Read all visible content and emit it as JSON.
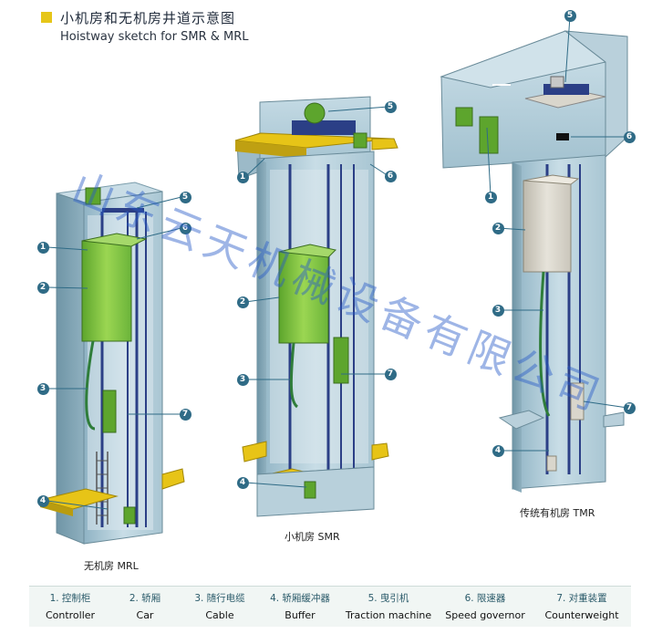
{
  "header": {
    "title_cn": "小机房和无机房井道示意图",
    "title_en": "Hoistway sketch for SMR & MRL"
  },
  "captions": {
    "mrl": "无机房 MRL",
    "smr": "小机房 SMR",
    "tmr": "传统有机房 TMR"
  },
  "watermark": "山东云天机械设备有限公司",
  "callout_numbers": [
    "1",
    "2",
    "3",
    "4",
    "5",
    "6",
    "7"
  ],
  "legend": [
    {
      "cn": "1. 控制柜",
      "en": "Controller"
    },
    {
      "cn": "2. 轿厢",
      "en": "Car"
    },
    {
      "cn": "3. 随行电缆",
      "en": "Cable"
    },
    {
      "cn": "4. 轿厢缓冲器",
      "en": "Buffer"
    },
    {
      "cn": "5. 曳引机",
      "en": "Traction machine"
    },
    {
      "cn": "6. 限速器",
      "en": "Speed governor"
    },
    {
      "cn": "7. 对重装置",
      "en": "Counterweight"
    }
  ],
  "colors": {
    "shaft": "#a9c6d3",
    "shaft_dark": "#6f95a6",
    "car_green": "#7fc63a",
    "car_grey": "#d9d6cc",
    "floor_yellow": "#e7c417",
    "rail": "#2b3f86",
    "callout": "#2f6b86"
  }
}
